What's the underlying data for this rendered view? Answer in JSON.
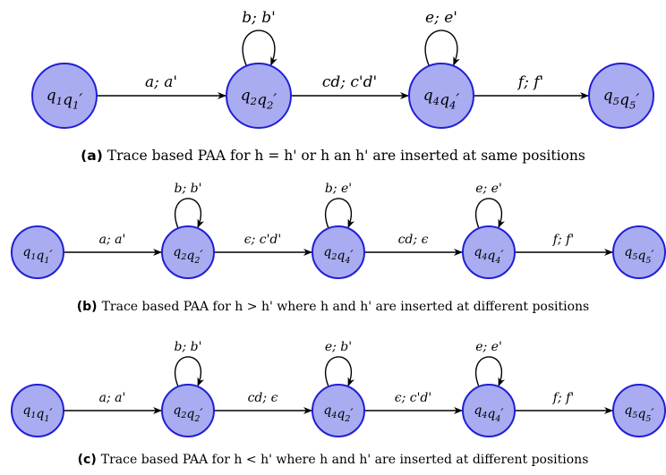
{
  "diagrams": [
    {
      "states": [
        "q1q1'",
        "q2q2'",
        "q4q4'",
        "q5q5'"
      ],
      "edges": [
        "a; a'",
        "cd; c'd'",
        "f; f'"
      ],
      "loops": [
        "b; b'",
        "e; e'"
      ],
      "caption_tag": "(a)",
      "caption_text": "Trace based PAA for h = h' or h an h' are inserted at same positions"
    },
    {
      "states": [
        "q1q1'",
        "q2q2'",
        "q2q4'",
        "q4q4'",
        "q5q5'"
      ],
      "edges": [
        "a; a'",
        "ϵ; c'd'",
        "cd; ϵ",
        "f; f'"
      ],
      "loops": [
        "b; b'",
        "b; e'",
        "e; e'"
      ],
      "caption_tag": "(b)",
      "caption_text": "Trace based PAA for h > h' where h and h' are inserted at different positions"
    },
    {
      "states": [
        "q1q1'",
        "q2q2'",
        "q4q2'",
        "q4q4'",
        "q5q5'"
      ],
      "edges": [
        "a; a'",
        "cd; ϵ",
        "ϵ; c'd'",
        "f; f'"
      ],
      "loops": [
        "b; b'",
        "e; b'",
        "e; e'"
      ],
      "caption_tag": "(c)",
      "caption_text": "Trace based PAA for h < h' where h and h' are inserted at different positions"
    }
  ]
}
